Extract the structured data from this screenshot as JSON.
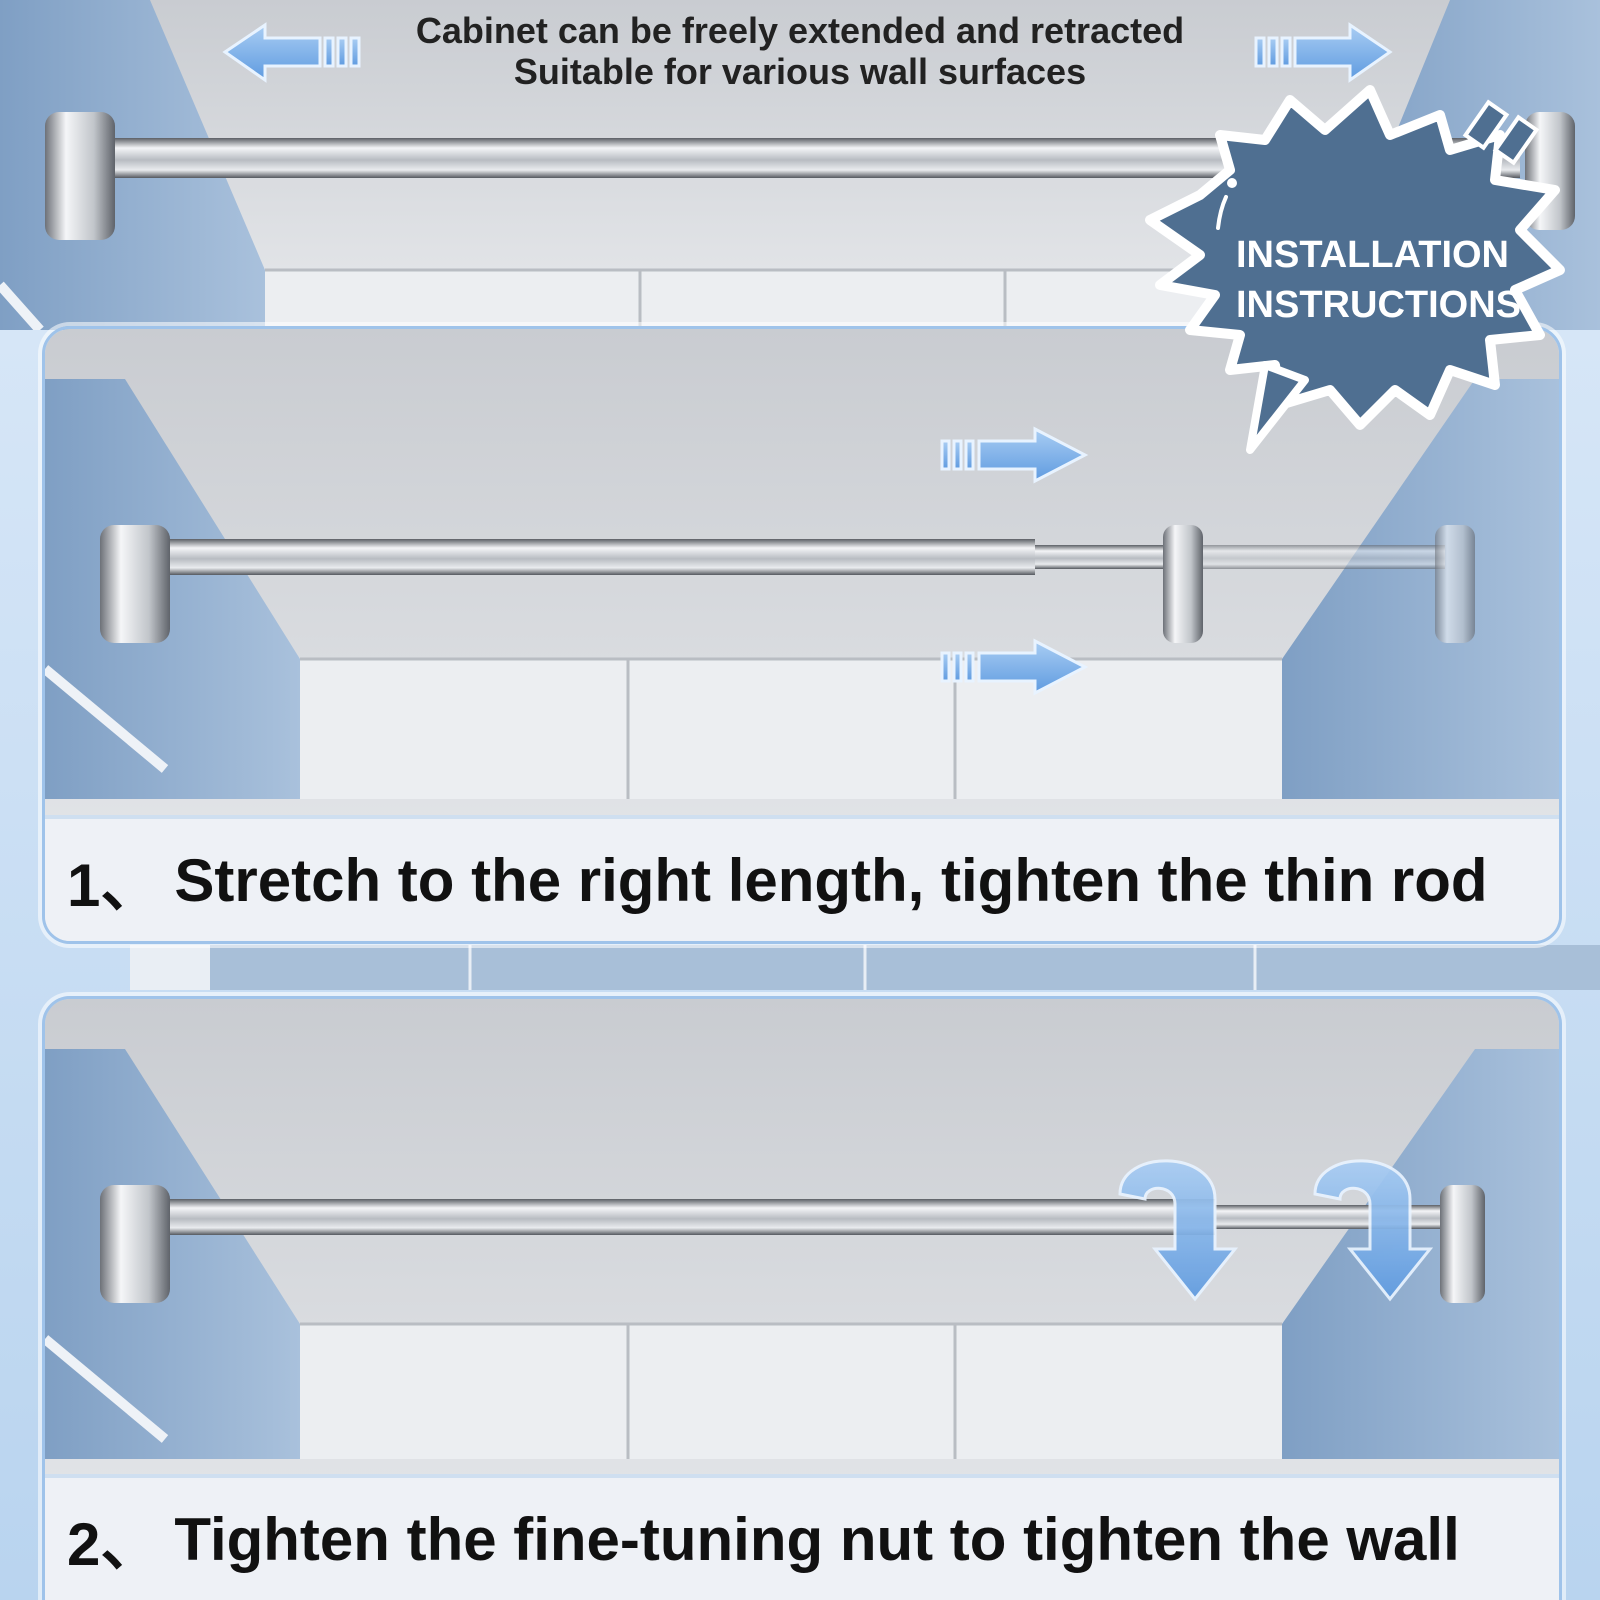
{
  "header": {
    "line1": "Cabinet can be freely extended and retracted",
    "line2": "Suitable for various wall surfaces"
  },
  "badge": {
    "line1": "INSTALLATION",
    "line2": "INSTRUCTIONS",
    "icon": "info-icon",
    "color": "#4f6f91"
  },
  "steps": [
    {
      "number": "1、",
      "text": "Stretch to the right length, tighten the thin rod"
    },
    {
      "number": "2、",
      "text": "Tighten the fine-tuning nut to tighten the wall"
    }
  ],
  "colors": {
    "wall_blue": "#8fb0d3",
    "arrow_blue": "#7fb1e6",
    "panel_border": "#9fc3ea",
    "rod_silver": "#c9cdd2"
  }
}
